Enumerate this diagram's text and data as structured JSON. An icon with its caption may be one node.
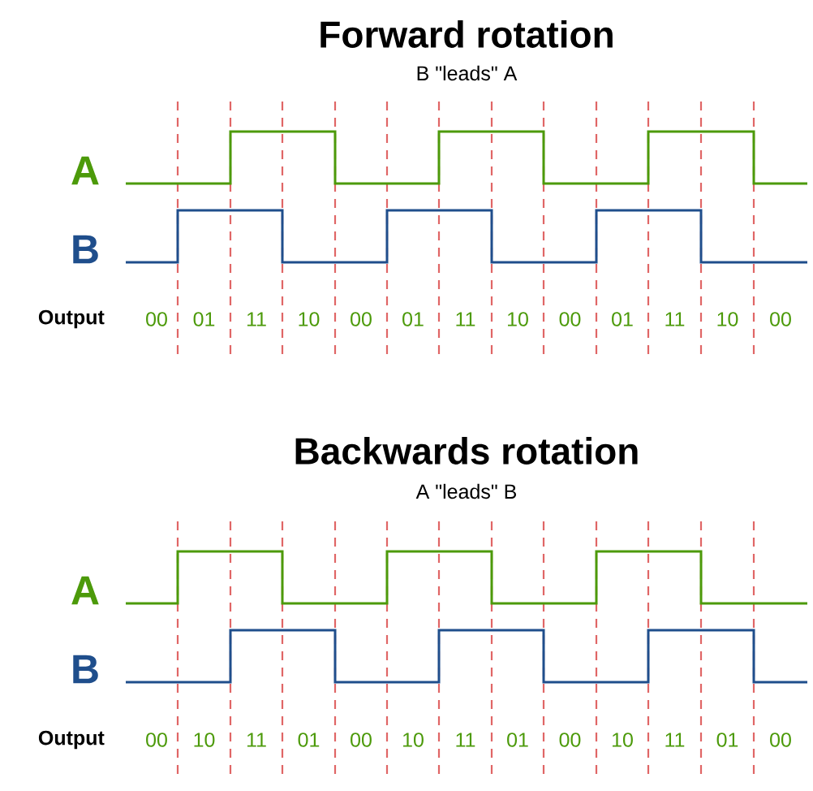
{
  "diagram": {
    "labels": [
      "Forward rotation",
      "B \"leads\" A",
      "A",
      "B",
      "Output",
      "00",
      "01",
      "11",
      "10",
      "00",
      "01",
      "11",
      "10",
      "00",
      "01",
      "11",
      "10",
      "00",
      "Backwards rotation",
      "A \"leads\" B",
      "A",
      "B",
      "Output",
      "00",
      "10",
      "11",
      "01",
      "00",
      "10",
      "11",
      "01",
      "00",
      "10",
      "11",
      "01",
      "00"
    ]
  }
}
